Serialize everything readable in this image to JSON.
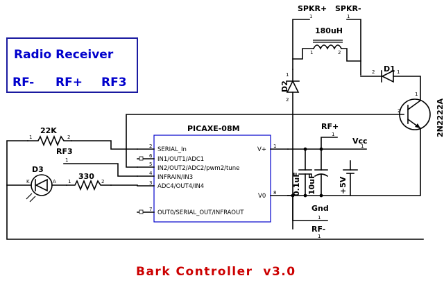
{
  "radio_box": {
    "title": "Radio Receiver",
    "pins": [
      "RF-",
      "RF+",
      "RF3"
    ]
  },
  "ic": {
    "name": "PICAXE-08M",
    "left_pins": [
      {
        "num": "2",
        "label": "SERIAL_In"
      },
      {
        "num": "6",
        "label": "IN1/OUT1/ADC1"
      },
      {
        "num": "5",
        "label": "IN2/OUT2/ADC2/pwm2/tune"
      },
      {
        "num": "4",
        "label": "INFRAIN/IN3"
      },
      {
        "num": "3",
        "label": "ADC4/OUT4/IN4"
      },
      {
        "num": "7",
        "label": "OUT0/SERIAL_OUT/INFRAOUT"
      }
    ],
    "right_pins": [
      {
        "num": "1",
        "label": "V+"
      },
      {
        "num": "8",
        "label": "V0"
      }
    ]
  },
  "components": {
    "r1": "22K",
    "r2": "330",
    "led": "D3",
    "inductor": "180uH",
    "diode1": "D1",
    "diode2": "D2",
    "transistor": "2N2222A",
    "cap1": "0.1uF",
    "cap2": "10uF",
    "battery": "+5V"
  },
  "nets": {
    "spkr_plus": "SPKR+",
    "spkr_minus": "SPKR-",
    "rf_plus": "RF+",
    "rf3": "RF3",
    "vcc": "Vcc",
    "gnd": "Gnd",
    "rf_minus": "RF-"
  },
  "pin_numbers": {
    "one": "1",
    "two": "2",
    "K": "K",
    "A": "A"
  },
  "title": "Bark Controller  v3.0"
}
